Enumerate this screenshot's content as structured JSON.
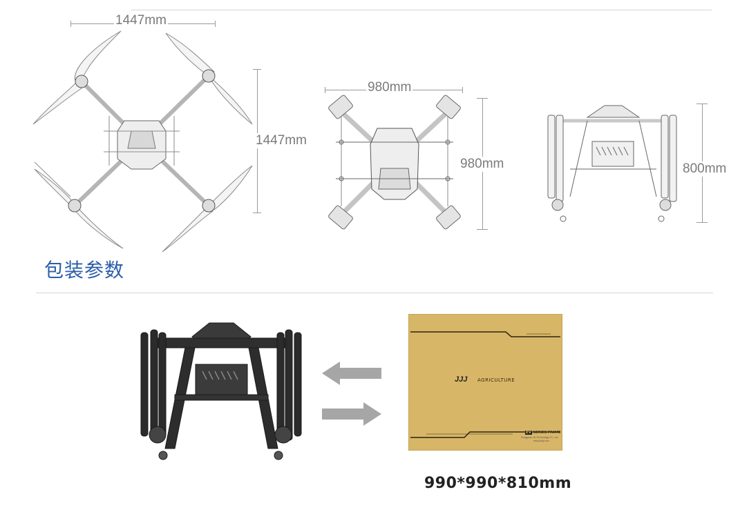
{
  "views": {
    "unfolded_top": {
      "width_label": "1447mm",
      "height_label": "1447mm"
    },
    "folded_top": {
      "width_label": "980mm",
      "height_label": "980mm"
    },
    "folded_side": {
      "height_label": "800mm"
    }
  },
  "packaging": {
    "section_title": "包装参数",
    "box_logo": "JJJ",
    "box_brand": "AGRICULTURE",
    "box_series": "EV",
    "box_series_text": "SERIES FRAME",
    "box_company": "Dongguan Jiu Technology Co., Ltd",
    "box_url": "www.jiufly.com",
    "dimensions": "990*990*810mm"
  },
  "colors": {
    "title_blue": "#2c5ea8",
    "box_kraft": "#d8b668",
    "arrow_gray": "#a6a6a6",
    "frame_dark": "#2b2b2b"
  }
}
